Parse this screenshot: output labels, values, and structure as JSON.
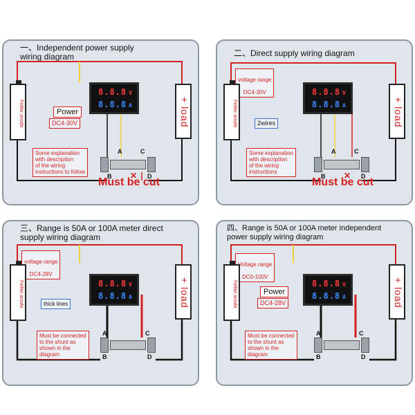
{
  "panels": [
    {
      "title": "一、Independent power supply\nwiring diagram",
      "battery_label": "Feiller anode",
      "load_label": "+ load",
      "meter": {
        "row1": "8.8.8",
        "row1_unit": "V",
        "row2": "8.8.8",
        "row2_unit": "A"
      },
      "power_label": "Power",
      "power_range": "DC4-30V",
      "note": "Some explanation\nwith description\nof the wiring\ninstructions to follow",
      "cut_text": "Must be cut",
      "terminals": [
        "A",
        "C",
        "B",
        "D"
      ]
    },
    {
      "title": "二、Direct supply wiring diagram",
      "battery_label": "Feiller anode",
      "load_label": "+ load",
      "meter": {
        "row1": "8.8.8",
        "row1_unit": "V",
        "row2": "8.8.8",
        "row2_unit": "A"
      },
      "voltage_range_label": "voltage range",
      "voltage_range": "DC4-30V",
      "side_label": "2wires",
      "note": "Some explanation\nwith description\nof the wiring\ninstructions",
      "cut_text": "Must be cut",
      "terminals": [
        "A",
        "C",
        "B",
        "D"
      ]
    },
    {
      "title": "三、Range is 50A or 100A meter direct\nsupply wiring diagram",
      "battery_label": "Feiller anode",
      "load_label": "+ load",
      "meter": {
        "row1": "8.8.8",
        "row1_unit": "V",
        "row2": "8.8.8",
        "row2_unit": "A"
      },
      "voltage_range_label": "voltage range",
      "voltage_range": "DC4-28V",
      "side_label": "thick lines",
      "note": "Must be connected\nto the shunt as\nshown in the\ndiagram",
      "terminals": [
        "A",
        "C",
        "B",
        "D"
      ]
    },
    {
      "title": "四、Range is 50A or 100A meter independent\npower supply wiring diagram",
      "battery_label": "Feiller anode",
      "load_label": "+ load",
      "meter": {
        "row1": "8.8.8",
        "row1_unit": "V",
        "row2": "8.8.8",
        "row2_unit": "A"
      },
      "voltage_range_label": "Voltage range",
      "voltage_range": "DC0-100V",
      "power_label": "Power",
      "power_range": "DC4-28V",
      "note": "Must be connected\nto the shunt as\nshown in the\ndiagram",
      "terminals": [
        "A",
        "C",
        "B",
        "D"
      ]
    }
  ],
  "colors": {
    "wire_red": "#d42020",
    "wire_black": "#111111",
    "wire_yellow": "#f2d23a",
    "panel_bg": "#dfe5ea"
  }
}
